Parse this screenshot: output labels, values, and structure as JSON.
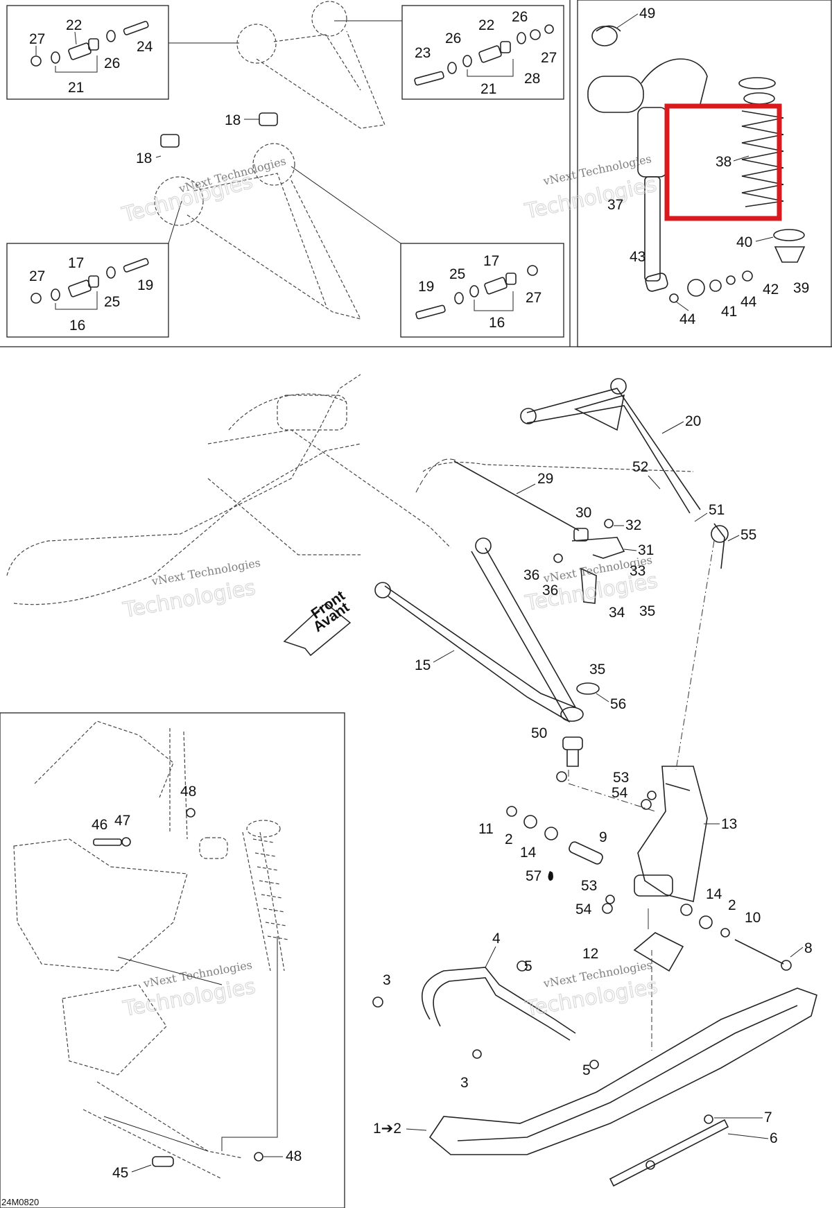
{
  "diagram_code": "24M0820",
  "watermark": {
    "line1": "vNext Technologies",
    "line2": "Technologies"
  },
  "front_arrow": {
    "line1": "Front",
    "line2": "Avant"
  },
  "highlight_color": "#d9191c",
  "callouts": {
    "n1_2": "1➔2",
    "n2": "2",
    "n3": "3",
    "n4": "4",
    "n5": "5",
    "n6": "6",
    "n7": "7",
    "n8": "8",
    "n9": "9",
    "n10": "10",
    "n11": "11",
    "n12": "12",
    "n13": "13",
    "n14": "14",
    "n15": "15",
    "n16": "16",
    "n17": "17",
    "n18": "18",
    "n19": "19",
    "n20": "20",
    "n21": "21",
    "n22": "22",
    "n23": "23",
    "n24": "24",
    "n25": "25",
    "n26": "26",
    "n27": "27",
    "n28": "28",
    "n29": "29",
    "n30": "30",
    "n31": "31",
    "n32": "32",
    "n33": "33",
    "n34": "34",
    "n35": "35",
    "n36": "36",
    "n37": "37",
    "n38": "38",
    "n39": "39",
    "n40": "40",
    "n41": "41",
    "n42": "42",
    "n43": "43",
    "n44": "44",
    "n45": "45",
    "n46": "46",
    "n47": "47",
    "n48": "48",
    "n49": "49",
    "n50": "50",
    "n51": "51",
    "n52": "52",
    "n53": "53",
    "n54": "54",
    "n55": "55",
    "n56": "56",
    "n57": "57"
  }
}
